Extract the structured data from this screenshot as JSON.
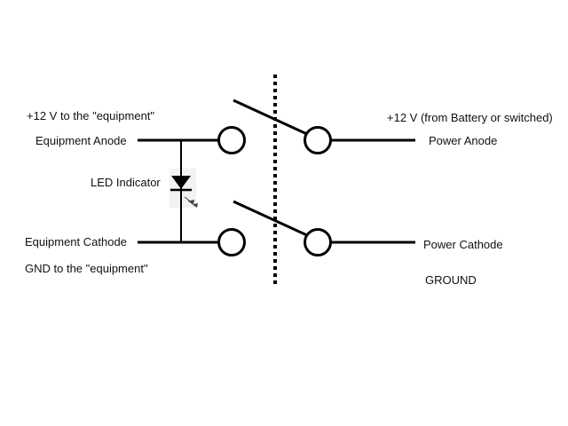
{
  "labels": {
    "left_top_note": "+12 V to the \"equipment\"",
    "equipment_anode": "Equipment Anode",
    "led_indicator": "LED Indicator",
    "equipment_cathode": "Equipment Cathode",
    "left_bottom_note": "GND to the \"equipment\"",
    "right_top_note": "+12 V (from Battery or switched)",
    "power_anode": "Power Anode",
    "power_cathode": "Power Cathode",
    "ground": "GROUND"
  },
  "colors": {
    "wire": "#000000",
    "text": "#111111",
    "background": "#ffffff"
  }
}
